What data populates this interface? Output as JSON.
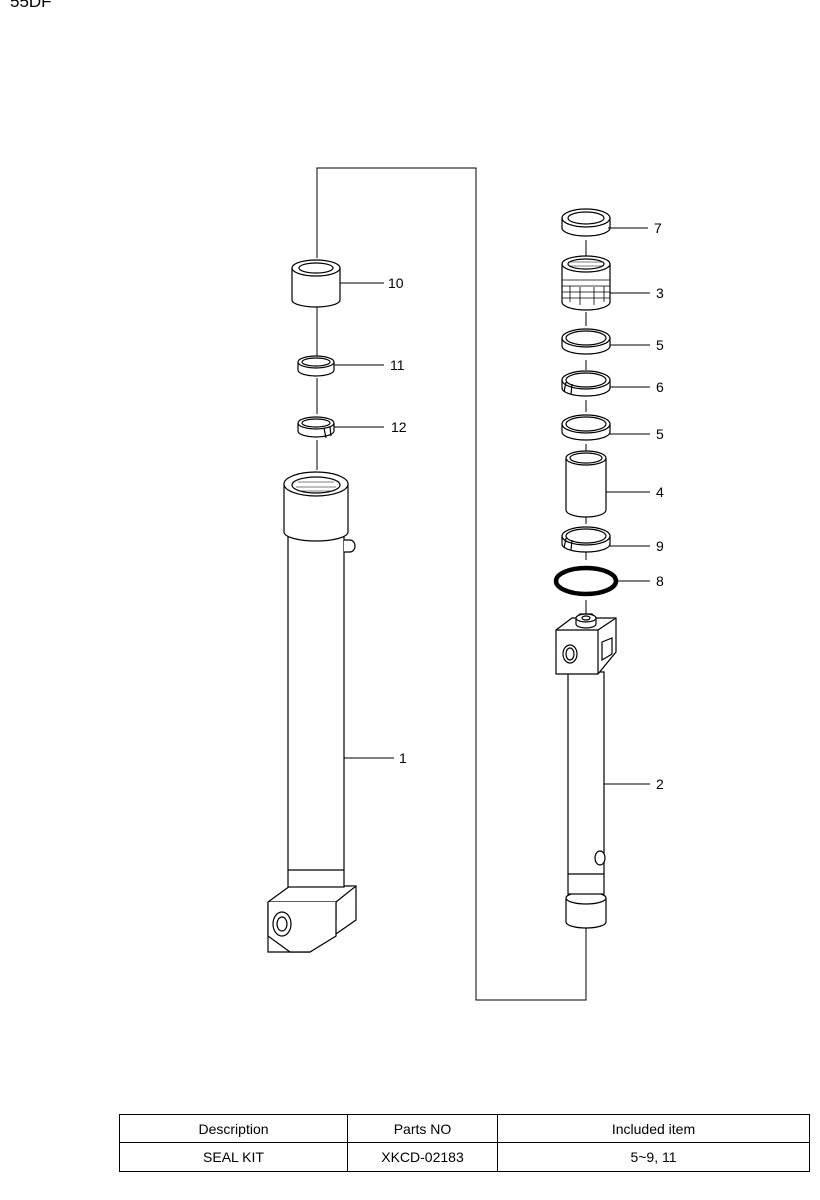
{
  "corner_text": "55DF",
  "callouts": {
    "c1": "1",
    "c2": "2",
    "c3": "3",
    "c4": "4",
    "c5a": "5",
    "c5b": "5",
    "c6": "6",
    "c7": "7",
    "c8": "8",
    "c9": "9",
    "c10": "10",
    "c11": "11",
    "c12": "12"
  },
  "table": {
    "headers": [
      "Description",
      "Parts NO",
      "Included item"
    ],
    "rows": [
      [
        "SEAL KIT",
        "XKCD-02183",
        "5~9, 11"
      ]
    ]
  }
}
